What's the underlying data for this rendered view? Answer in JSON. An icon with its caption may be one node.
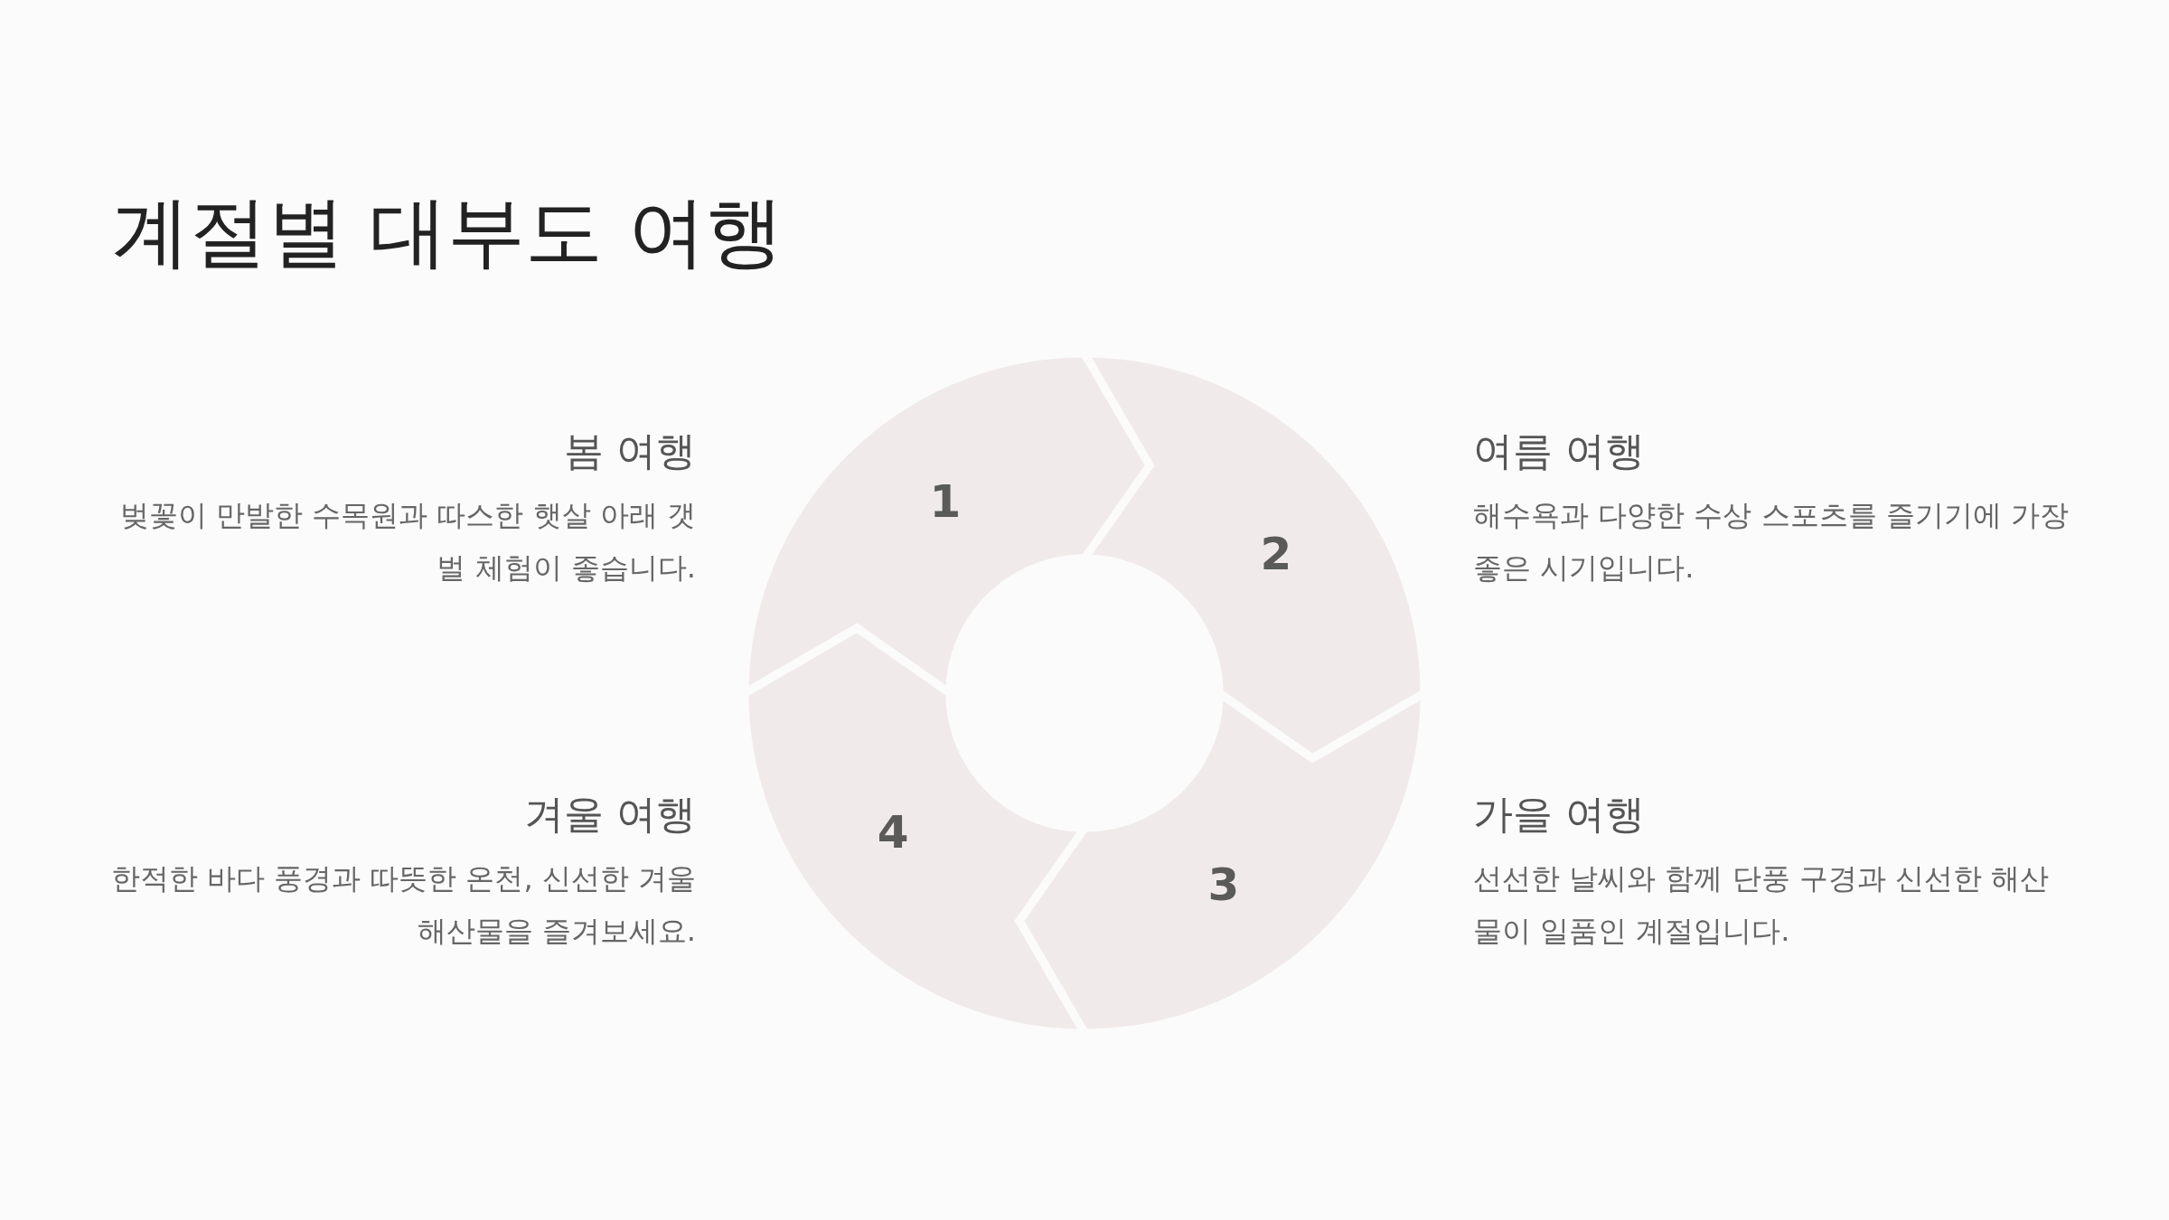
{
  "diagram": {
    "title": "계절별 대부도 여행",
    "nodes": [
      {
        "text": [
          "1"
        ],
        "beside": [
          "봄 여행",
          "벚꽃이 만발한 수목원과 따스한 햇살 아래 갯벌 체험이 좋습니다."
        ]
      },
      {
        "text": [
          "2"
        ],
        "beside": [
          "여름 여행",
          "해수욕과 다양한 수상 스포츠를 즐기기에 가장 좋은 시기입니다."
        ]
      },
      {
        "text": [
          "3"
        ],
        "beside": [
          "가을 여행",
          "선선한 날씨와 함께 단풍 구경과 신선한 해산물이 일품인 계절입니다."
        ]
      },
      {
        "text": [
          "4"
        ],
        "beside": [
          "겨울 여행",
          "한적한 바다 풍경과 따뜻한 온천, 신선한 겨울 해산물을 즐겨보세요."
        ]
      }
    ]
  }
}
